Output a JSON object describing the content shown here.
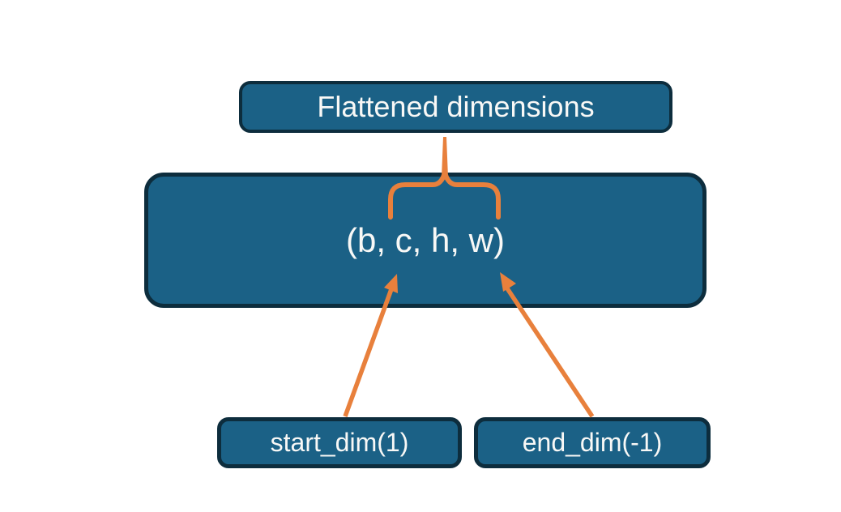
{
  "colors": {
    "background": "#ffffff",
    "node-fill": "#1b6186",
    "node-border": "#0d2d3d",
    "node-text": "#f8f8f6",
    "connector": "#e8803c"
  },
  "nodes": {
    "flattened": {
      "label": "Flattened dimensions"
    },
    "tensor": {
      "label": "(b, c, h, w)"
    },
    "start_dim": {
      "label": "start_dim(1)"
    },
    "end_dim": {
      "label": "end_dim(-1)"
    }
  }
}
